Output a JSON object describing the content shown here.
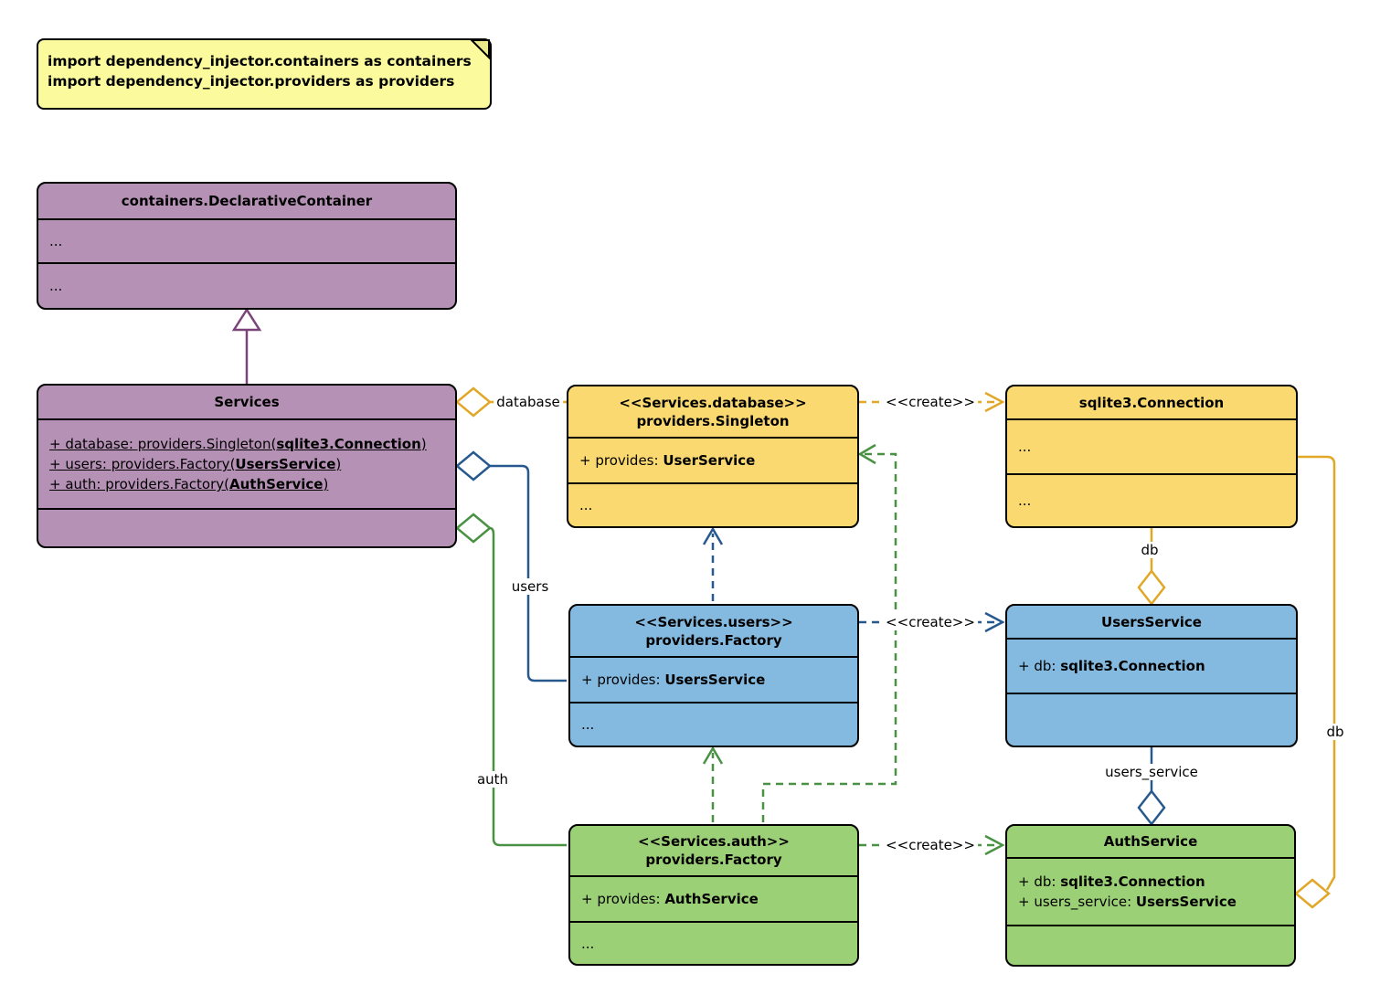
{
  "note": {
    "line1": "import dependency_injector.containers as containers",
    "line2": "import dependency_injector.providers as providers"
  },
  "classes": {
    "container": {
      "title": "containers.DeclarativeContainer",
      "dots1": "...",
      "dots2": "..."
    },
    "services": {
      "title": "Services",
      "attr1": {
        "pre": "+ database: providers.Singleton(",
        "bold": "sqlite3.Connection",
        "post": ")"
      },
      "attr2": {
        "pre": "+ users: providers.Factory(",
        "bold": "UsersService",
        "post": ")"
      },
      "attr3": {
        "pre": "+ auth: providers.Factory(",
        "bold": "AuthService",
        "post": ")"
      }
    },
    "singleton": {
      "stereotype": "<<Services.database>>",
      "title": "providers.Singleton",
      "attr": {
        "pre": "+ provides: ",
        "bold": "UserService",
        "post": ""
      },
      "dots": "..."
    },
    "sqlite": {
      "title": "sqlite3.Connection",
      "dots1": "...",
      "dots2": "..."
    },
    "users_factory": {
      "stereotype": "<<Services.users>>",
      "title": "providers.Factory",
      "attr": {
        "pre": "+ provides: ",
        "bold": "UsersService",
        "post": ""
      },
      "dots": "..."
    },
    "users_service": {
      "title": "UsersService",
      "attr": {
        "pre": "+ db: ",
        "bold": "sqlite3.Connection",
        "post": ""
      }
    },
    "auth_factory": {
      "stereotype": "<<Services.auth>>",
      "title": "providers.Factory",
      "attr": {
        "pre": "+ provides: ",
        "bold": "AuthService",
        "post": ""
      },
      "dots": "..."
    },
    "auth_service": {
      "title": "AuthService",
      "attr1": {
        "pre": "+ db: ",
        "bold": "sqlite3.Connection",
        "post": ""
      },
      "attr2": {
        "pre": "+ users_service: ",
        "bold": "UsersService",
        "post": ""
      }
    }
  },
  "edge_labels": {
    "database": "database",
    "users": "users",
    "auth": "auth",
    "create1": "<<create>>",
    "create2": "<<create>>",
    "create3": "<<create>>",
    "db_mid": "db",
    "db_right": "db",
    "users_service": "users_service"
  },
  "colors": {
    "purple_fill": "#B592B5",
    "purple_line": "#7B4379",
    "yellow_fill": "#FBD971",
    "yellow_line": "#E2A727",
    "blue_fill": "#85BAE0",
    "blue_line": "#27598F",
    "green_fill": "#9CD077",
    "green_line": "#4A9243",
    "note_fill": "#FBFB9E",
    "border": "#000000"
  }
}
